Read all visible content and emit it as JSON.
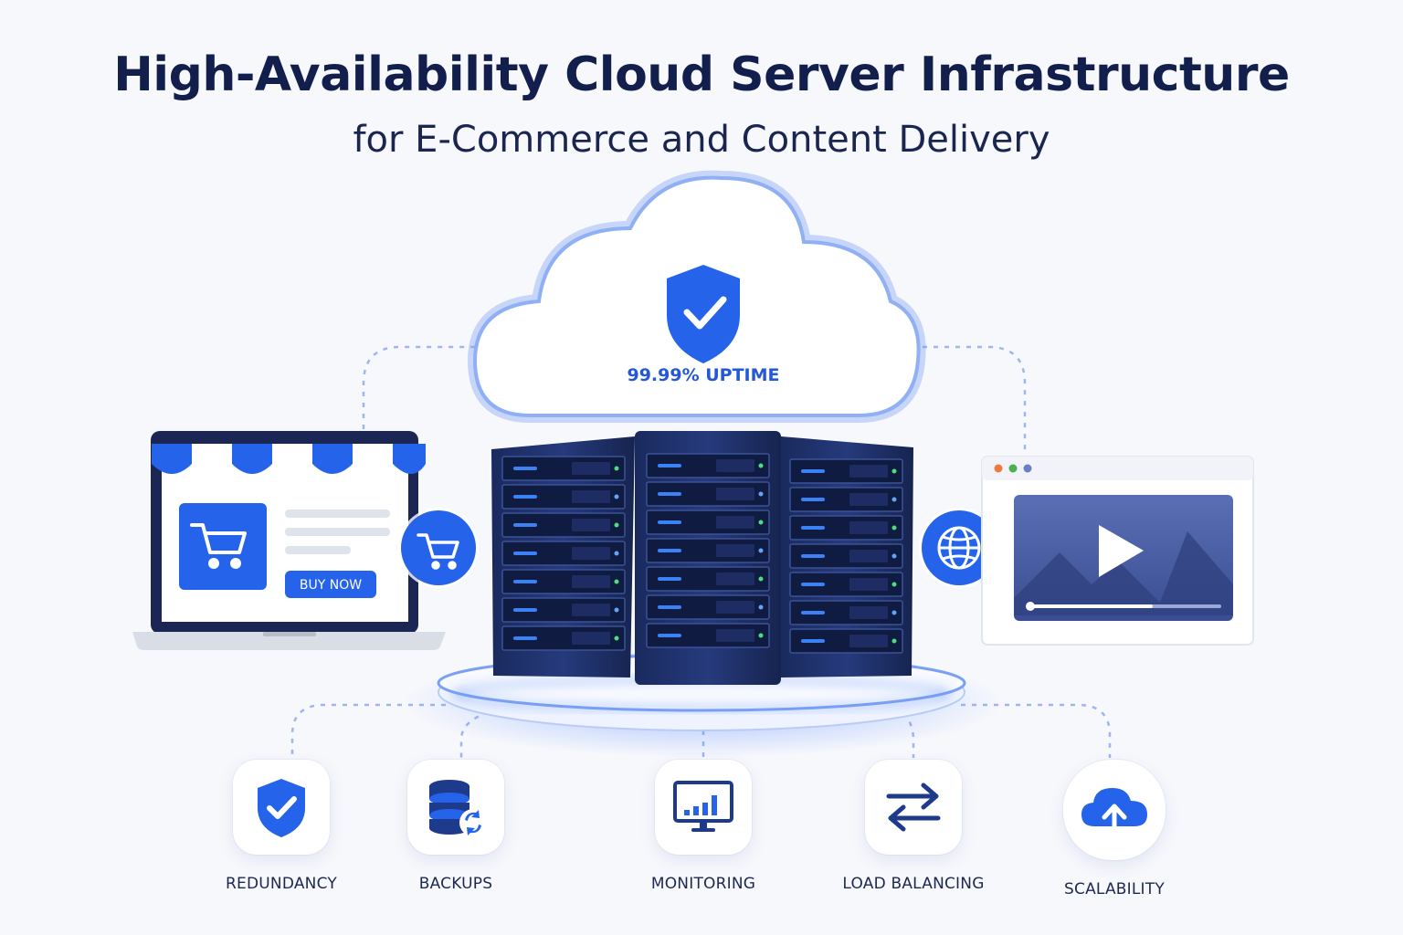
{
  "header": {
    "title": "High-Availability Cloud Server Infrastructure",
    "subtitle": "for E-Commerce and Content Delivery"
  },
  "cloud": {
    "badge": "99.99% UPTIME",
    "icon": "shield-check-icon"
  },
  "storefront": {
    "button_label": "BUY NOW",
    "icon": "shopping-cart-icon"
  },
  "connectors": {
    "left_icon": "shopping-cart-icon",
    "right_icon": "globe-icon"
  },
  "media_window": {
    "icon": "play-icon"
  },
  "features": [
    {
      "label": "REDUNDANCY",
      "icon": "shield-check-icon"
    },
    {
      "label": "BACKUPS",
      "icon": "database-sync-icon"
    },
    {
      "label": "MONITORING",
      "icon": "monitor-chart-icon"
    },
    {
      "label": "LOAD BALANCING",
      "icon": "swap-arrows-icon"
    },
    {
      "label": "SCALABILITY",
      "icon": "cloud-upload-icon"
    }
  ],
  "colors": {
    "accent": "#2563eb",
    "navy": "#121f4d",
    "server": "#1e2f6b"
  }
}
